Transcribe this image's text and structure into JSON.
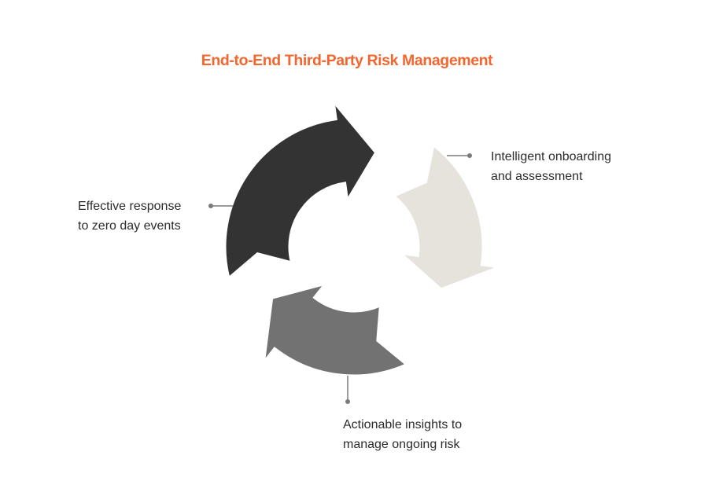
{
  "title": "End-to-End Third-Party Risk Management",
  "colors": {
    "title": "#f4662f",
    "arrow_dark": "#333333",
    "arrow_light": "#e5e3db",
    "arrow_gray": "#727272",
    "leader": "#7a7a7a"
  },
  "stages": [
    {
      "line1": "Intelligent onboarding",
      "line2": "and assessment"
    },
    {
      "line1": "Actionable insights to",
      "line2": "manage ongoing risk"
    },
    {
      "line1": "Effective response",
      "line2": "to zero day events"
    }
  ]
}
